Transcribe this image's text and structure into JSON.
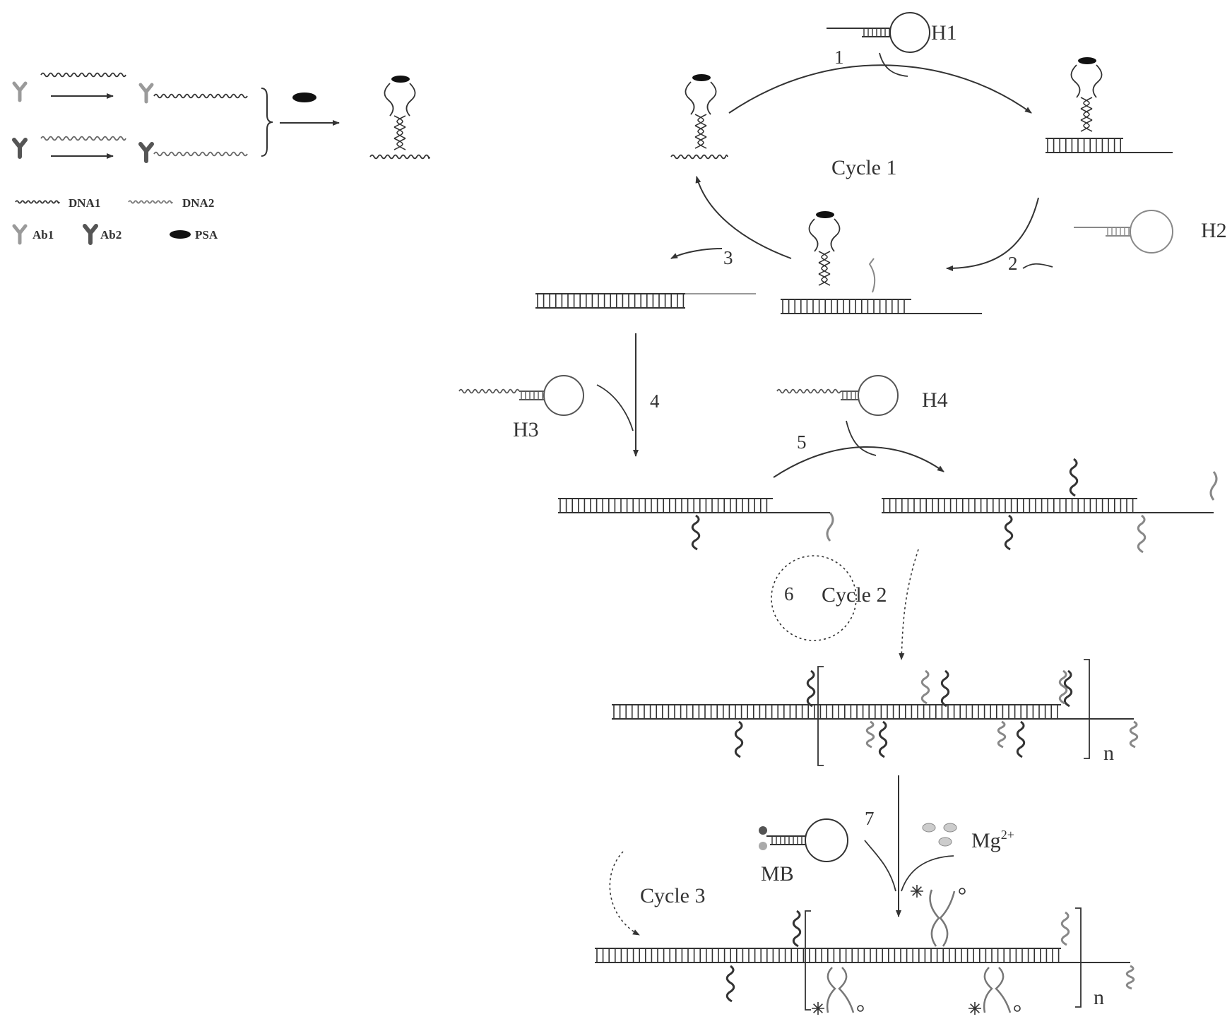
{
  "colors": {
    "stroke": "#333333",
    "light_stroke": "#999999",
    "ab1": "#9a9a9a",
    "ab2": "#555555",
    "psa": "#111111",
    "label": "#333333"
  },
  "legend": {
    "dna1": "DNA1",
    "dna2": "DNA2",
    "ab1": "Ab1",
    "ab2": "Ab2",
    "psa": "PSA"
  },
  "hairpins": {
    "h1": "H1",
    "h2": "H2",
    "h3": "H3",
    "h4": "H4",
    "mb": "MB"
  },
  "ion": {
    "base": "Mg",
    "charge": "2+"
  },
  "cycles": {
    "c1": "Cycle 1",
    "c2": "Cycle 2",
    "c3": "Cycle 3"
  },
  "steps": [
    "1",
    "2",
    "3",
    "4",
    "5",
    "6",
    "7"
  ],
  "repeat": {
    "n1": "n",
    "n2": "n"
  }
}
